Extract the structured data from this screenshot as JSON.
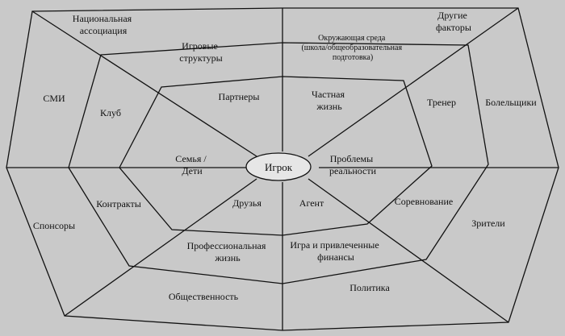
{
  "diagram": {
    "center": "Игрок",
    "labels": {
      "national_association": [
        "Национальная",
        "ассоциация"
      ],
      "other_factors": [
        "Другие",
        "факторы"
      ],
      "media": "СМИ",
      "fans": "Болельщики",
      "sponsors": "Спонсоры",
      "spectators": "Зрители",
      "public": "Общественность",
      "politics": "Политика",
      "game_structures": [
        "Игровые",
        "структуры"
      ],
      "environment": [
        "Окружающая среда",
        "(школа/общеобразовательная",
        "подготовка)"
      ],
      "club": "Клуб",
      "coach": "Тренер",
      "contracts": "Контракты",
      "competition": "Соревнование",
      "professional_life": [
        "Профессиональная",
        "жизнь"
      ],
      "game_finance": [
        "Игра и привлеченные",
        "финансы"
      ],
      "partners": "Партнеры",
      "private_life": [
        "Частная",
        "жизнь"
      ],
      "family": [
        "Семья /",
        "Дети"
      ],
      "reality_problems": [
        "Проблемы",
        "реальности"
      ],
      "friends": "Друзья",
      "agent": "Агент"
    }
  }
}
